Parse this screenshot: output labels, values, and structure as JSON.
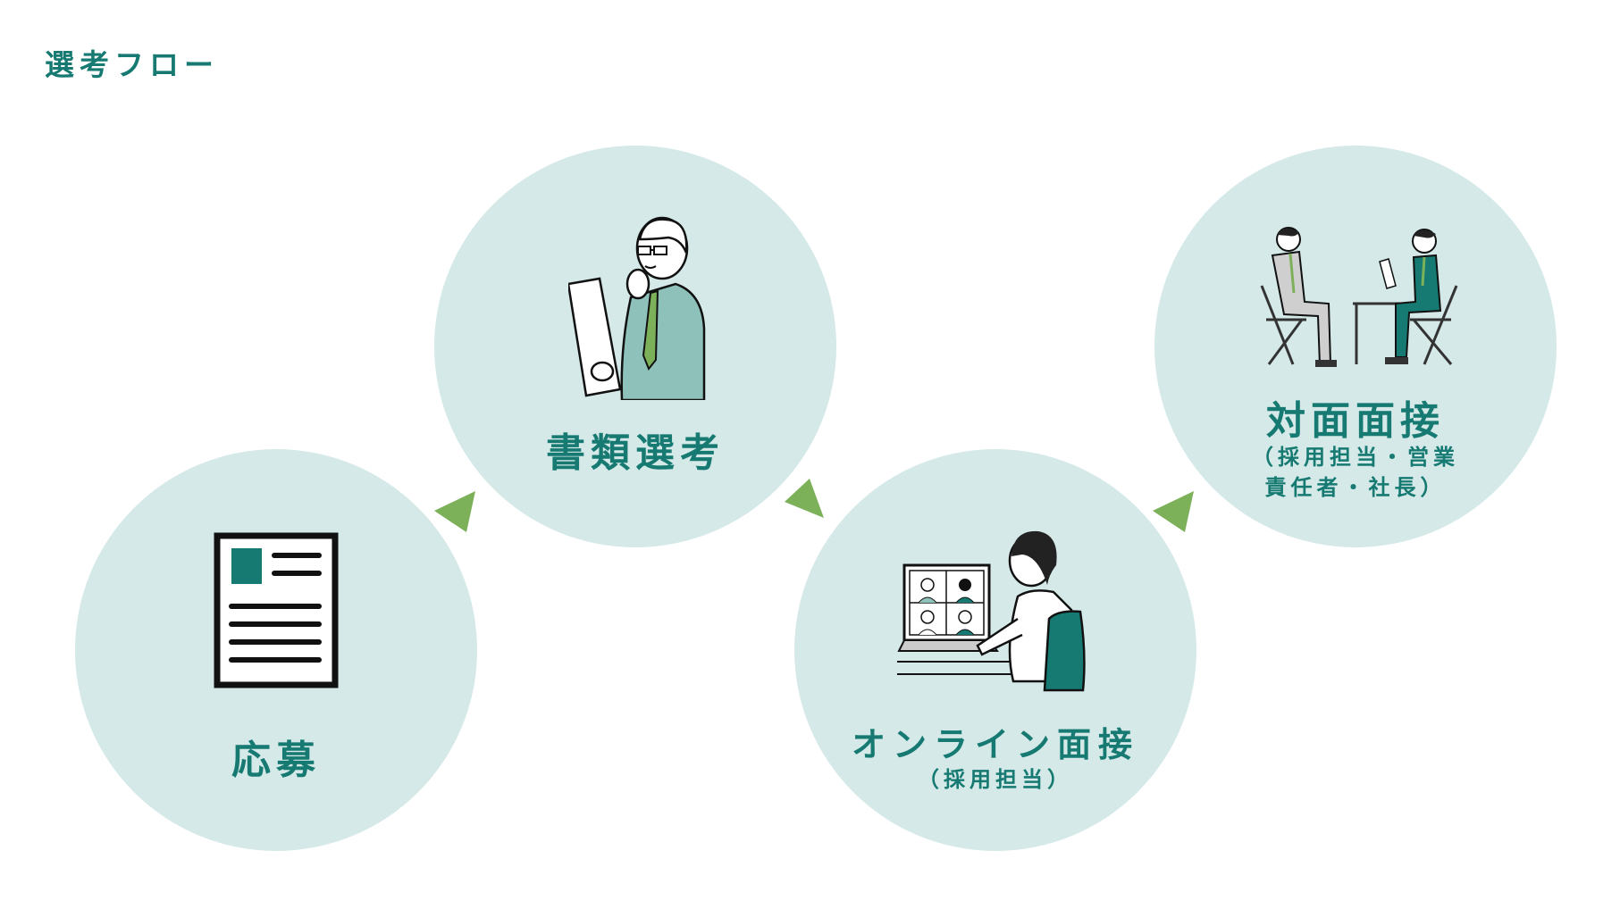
{
  "page": {
    "title": "選考フロー"
  },
  "steps": [
    {
      "id": "apply",
      "label": "応募",
      "sub": "",
      "icon": "resume-document-icon"
    },
    {
      "id": "document-screening",
      "label": "書類選考",
      "sub": "",
      "icon": "man-reading-document-icon"
    },
    {
      "id": "online-interview",
      "label": "オンライン面接",
      "sub": "（採用担当）",
      "icon": "woman-video-call-icon"
    },
    {
      "id": "in-person-interview",
      "label": "対面面接",
      "sub1": "（採用担当・営業",
      "sub2": "責任者・社長）",
      "icon": "face-to-face-interview-icon"
    }
  ],
  "colors": {
    "accent": "#167a72",
    "circle": "#d4e9e8",
    "arrow": "#7cb15a"
  }
}
